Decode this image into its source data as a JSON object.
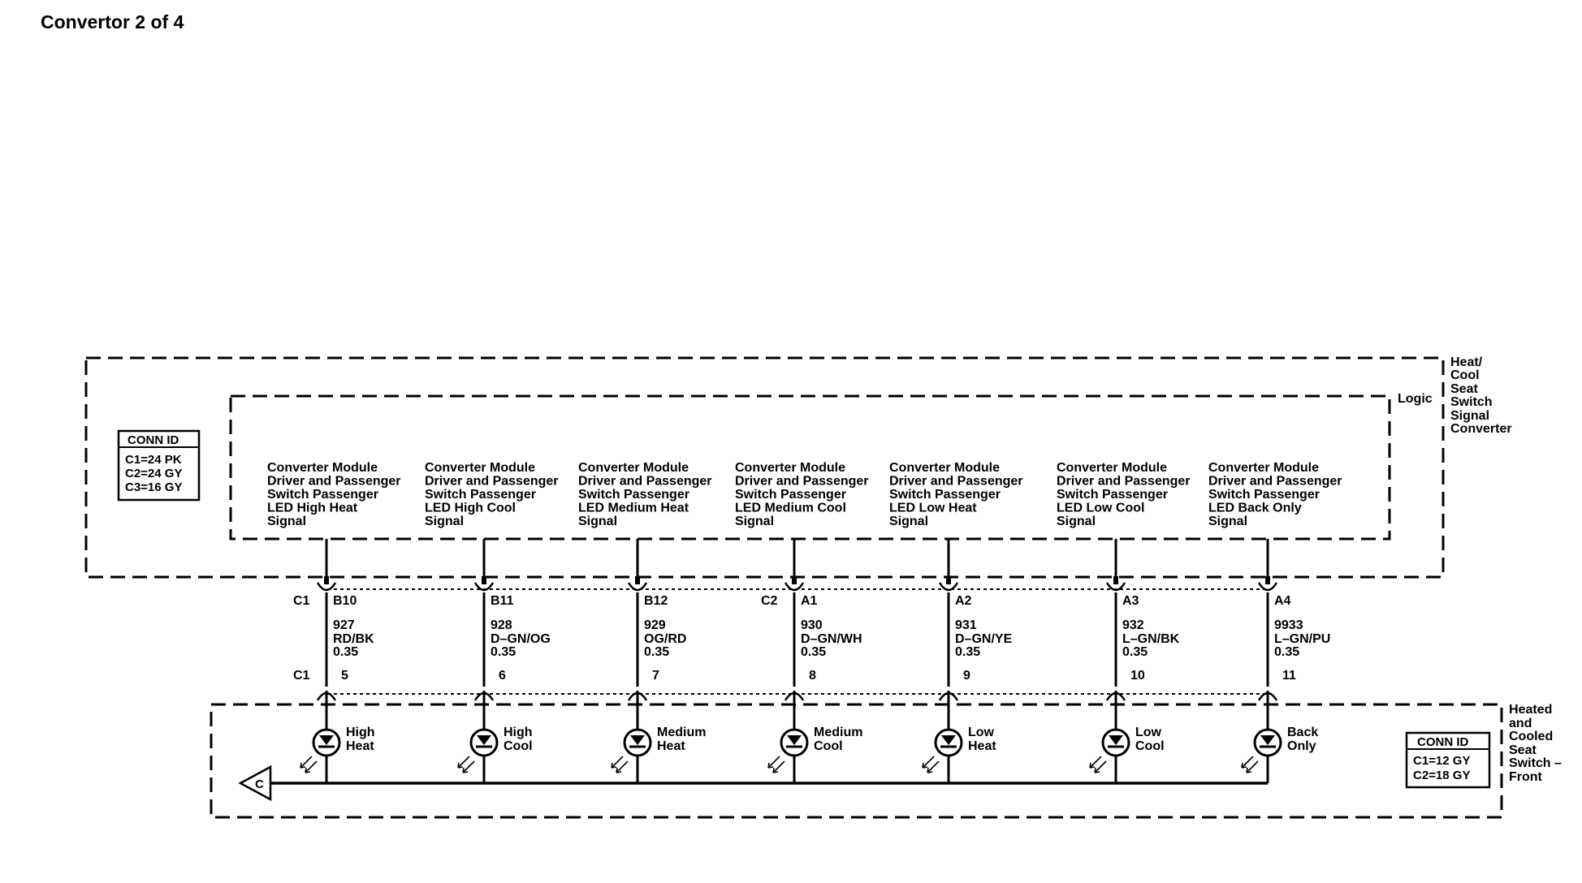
{
  "title": "Convertor 2 of 4",
  "outer_module_label": [
    "Heat/",
    "Cool",
    "Seat",
    "Switch",
    "Signal",
    "Converter"
  ],
  "logic_label": "Logic",
  "switch_label": [
    "Heated",
    "and",
    "Cooled",
    "Seat",
    "Switch –",
    "Front"
  ],
  "conn_id_top": {
    "title": "CONN ID",
    "lines": [
      "C1=24 PK",
      "C2=24 GY",
      "C3=16 GY"
    ]
  },
  "conn_id_bottom": {
    "title": "CONN ID",
    "lines": [
      "C1=12 GY",
      "C2=18 GY"
    ]
  },
  "ground_symbol_label": "C",
  "circuits": [
    {
      "signal": [
        "Converter Module",
        "Driver and Passenger",
        "Switch Passenger",
        "LED High Heat",
        "Signal"
      ],
      "top_connector": "C1",
      "top_pin": "B10",
      "circuit": "927",
      "wire_color": "RD/BK",
      "wire_size": "0.35",
      "bottom_connector": "C1",
      "bottom_pin": "5",
      "led": [
        "High",
        "Heat"
      ]
    },
    {
      "signal": [
        "Converter Module",
        "Driver and Passenger",
        "Switch Passenger",
        "LED High Cool",
        "Signal"
      ],
      "top_connector": "",
      "top_pin": "B11",
      "circuit": "928",
      "wire_color": "D–GN/OG",
      "wire_size": "0.35",
      "bottom_connector": "",
      "bottom_pin": "6",
      "led": [
        "High",
        "Cool"
      ]
    },
    {
      "signal": [
        "Converter Module",
        "Driver and Passenger",
        "Switch Passenger",
        "LED Medium Heat",
        "Signal"
      ],
      "top_connector": "",
      "top_pin": "B12",
      "circuit": "929",
      "wire_color": "OG/RD",
      "wire_size": "0.35",
      "bottom_connector": "",
      "bottom_pin": "7",
      "led": [
        "Medium",
        "Heat"
      ]
    },
    {
      "signal": [
        "Converter Module",
        "Driver and Passenger",
        "Switch Passenger",
        "LED Medium Cool",
        "Signal"
      ],
      "top_connector": "C2",
      "top_pin": "A1",
      "circuit": "930",
      "wire_color": "D–GN/WH",
      "wire_size": "0.35",
      "bottom_connector": "",
      "bottom_pin": "8",
      "led": [
        "Medium",
        "Cool"
      ]
    },
    {
      "signal": [
        "Converter Module",
        "Driver and Passenger",
        "Switch Passenger",
        "LED Low Heat",
        "Signal"
      ],
      "top_connector": "",
      "top_pin": "A2",
      "circuit": "931",
      "wire_color": "D–GN/YE",
      "wire_size": "0.35",
      "bottom_connector": "",
      "bottom_pin": "9",
      "led": [
        "Low",
        "Heat"
      ]
    },
    {
      "signal": [
        "Converter Module",
        "Driver and Passenger",
        "Switch Passenger",
        "LED Low Cool",
        "Signal"
      ],
      "top_connector": "",
      "top_pin": "A3",
      "circuit": "932",
      "wire_color": "L–GN/BK",
      "wire_size": "0.35",
      "bottom_connector": "",
      "bottom_pin": "10",
      "led": [
        "Low",
        "Cool"
      ]
    },
    {
      "signal": [
        "Converter Module",
        "Driver and Passenger",
        "Switch Passenger",
        "LED Back Only",
        "Signal"
      ],
      "top_connector": "",
      "top_pin": "A4",
      "circuit": "9933",
      "wire_color": "L–GN/PU",
      "wire_size": "0.35",
      "bottom_connector": "",
      "bottom_pin": "11",
      "led": [
        "Back",
        "Only"
      ]
    }
  ]
}
